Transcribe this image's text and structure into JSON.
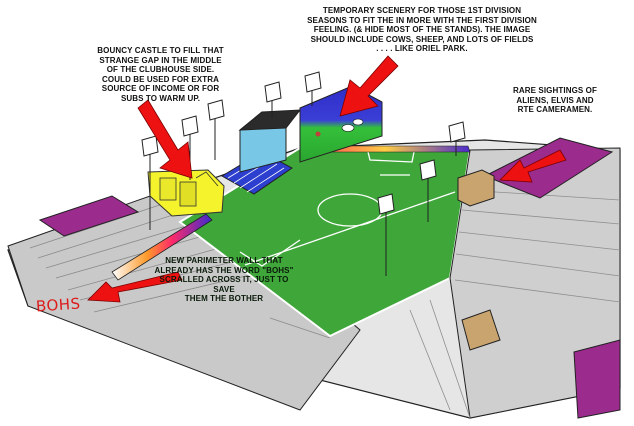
{
  "annotations": {
    "castle": "BOUNCY CASTLE TO FILL THAT\nSTRANGE GAP IN THE MIDDLE\nOF THE CLUBHOUSE SIDE.\nCOULD BE USED FOR EXTRA\nSOURCE OF INCOME OR FOR\nSUBS TO WARM UP.",
    "scenery": "TEMPORARY SCENERY FOR THOSE 1ST DIVISION\nSEASONS TO FIT THE IN MORE WITH THE FIRST DIVISION\nFEELING. (& HIDE MOST OF THE STANDS). THE IMAGE\nSHOULD INCLUDE COWS, SHEEP, AND LOTS OF FIELDS\n. . . . LIKE ORIEL PARK.",
    "aliens": "RARE SIGHTINGS OF\nALIENS, ELVIS AND\nRTE CAMERAMEN.",
    "wall": "NEW PARIMETER WALL THAT\nALREADY HAS THE WORD \"BOHS\"\nSCRALLED ACROSS IT, JUST TO SAVE\nTHEM THE BOTHER"
  },
  "graffiti": "BOHS",
  "colors": {
    "pitch": "#3fa63a",
    "stand": "#c8c8c8",
    "purple": "#9c2a8e",
    "arrow": "#ee1111",
    "castle": "#f3f32a",
    "scenery_sky": "#3533c9",
    "scenery_field": "#36c23a"
  }
}
